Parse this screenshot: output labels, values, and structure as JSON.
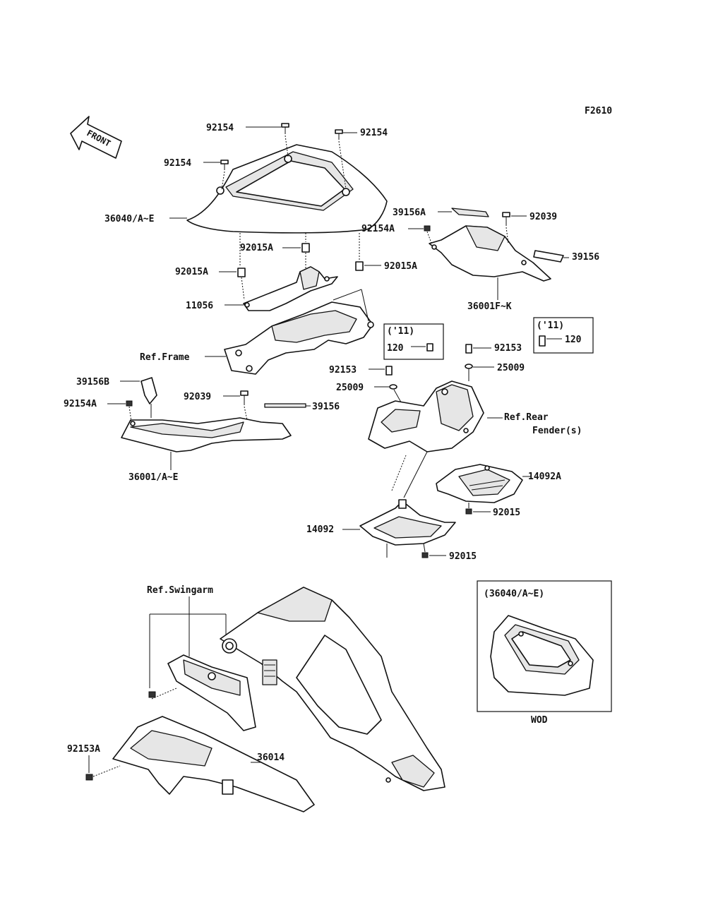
{
  "diagram_code": "F2610",
  "front_arrow": {
    "label": "FRONT",
    "icon": "front-direction-arrow-icon"
  },
  "callouts": {
    "c_92154_top": "92154",
    "c_92154_topright": "92154",
    "c_92154_left": "92154",
    "c_36040": "36040/A~E",
    "c_92015A_1": "92015A",
    "c_92015A_2": "92015A",
    "c_92015A_3": "92015A",
    "c_11056": "11056",
    "c_ref_frame": "Ref.Frame",
    "c_39156A": "39156A",
    "c_92039_r": "92039",
    "c_92154A_r": "92154A",
    "c_39156_r": "39156",
    "c_36001FK": "36001F~K",
    "c_11_box1_year": "('11)",
    "c_11_box1_part": "120",
    "c_11_box2_year": "('11)",
    "c_11_box2_part": "120",
    "c_92153_r": "92153",
    "c_25009_r": "25009",
    "c_92153_m": "92153",
    "c_25009_m": "25009",
    "c_ref_rear_fender_1": "Ref.Rear",
    "c_ref_rear_fender_2": "Fender(s)",
    "c_39156B": "39156B",
    "c_92154A_l": "92154A",
    "c_92039_l": "92039",
    "c_39156_l": "39156",
    "c_36001AE": "36001/A~E",
    "c_14092A": "14092A",
    "c_92015_1": "92015",
    "c_14092": "14092",
    "c_92015_2": "92015",
    "c_ref_swingarm": "Ref.Swingarm",
    "c_92153A": "92153A",
    "c_36014": "36014",
    "c_inset_title": "(36040/A~E)",
    "c_inset_wod": "WOD"
  }
}
